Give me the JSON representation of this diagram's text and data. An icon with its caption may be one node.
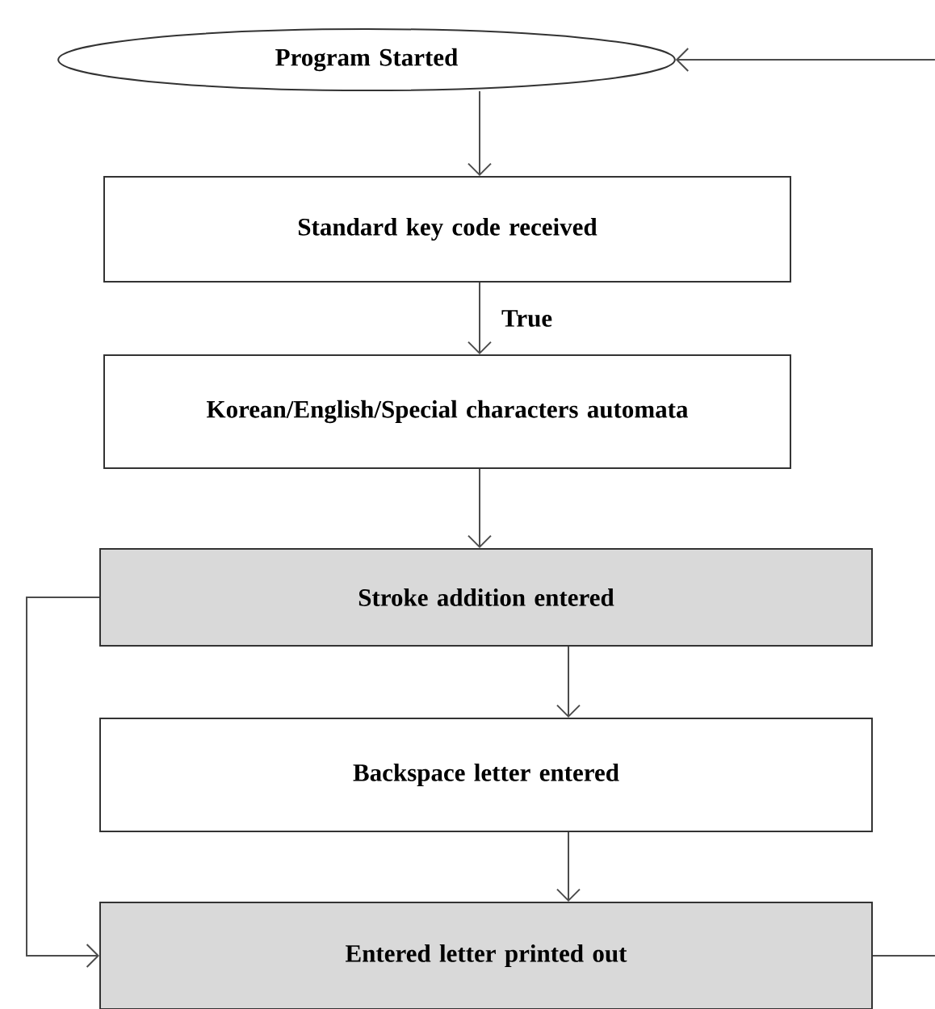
{
  "diagram": {
    "nodes": [
      {
        "text": [
          "Program Started"
        ]
      },
      {
        "text": [
          "Standard key code received"
        ]
      },
      {
        "text": [
          "Korean/English/Special characters automata"
        ]
      },
      {
        "text": [
          "Stroke addition entered"
        ]
      },
      {
        "text": [
          "Backspace letter entered"
        ]
      },
      {
        "text": [
          "Entered letter printed out"
        ]
      }
    ],
    "edges": [
      {
        "from": 0,
        "to": 1,
        "arrow": "to"
      },
      {
        "from": 1,
        "to": 2,
        "arrow": "to",
        "label": "True"
      },
      {
        "from": 2,
        "to": 3,
        "arrow": "to"
      },
      {
        "from": 3,
        "to": 4,
        "arrow": "to"
      },
      {
        "from": 4,
        "to": 5,
        "arrow": "to"
      },
      {
        "from": 3,
        "to": 5,
        "arrow": "to"
      },
      {
        "from": 5,
        "to": null,
        "arrow": "none"
      },
      {
        "from": null,
        "to": 0,
        "arrow": "to"
      }
    ]
  }
}
